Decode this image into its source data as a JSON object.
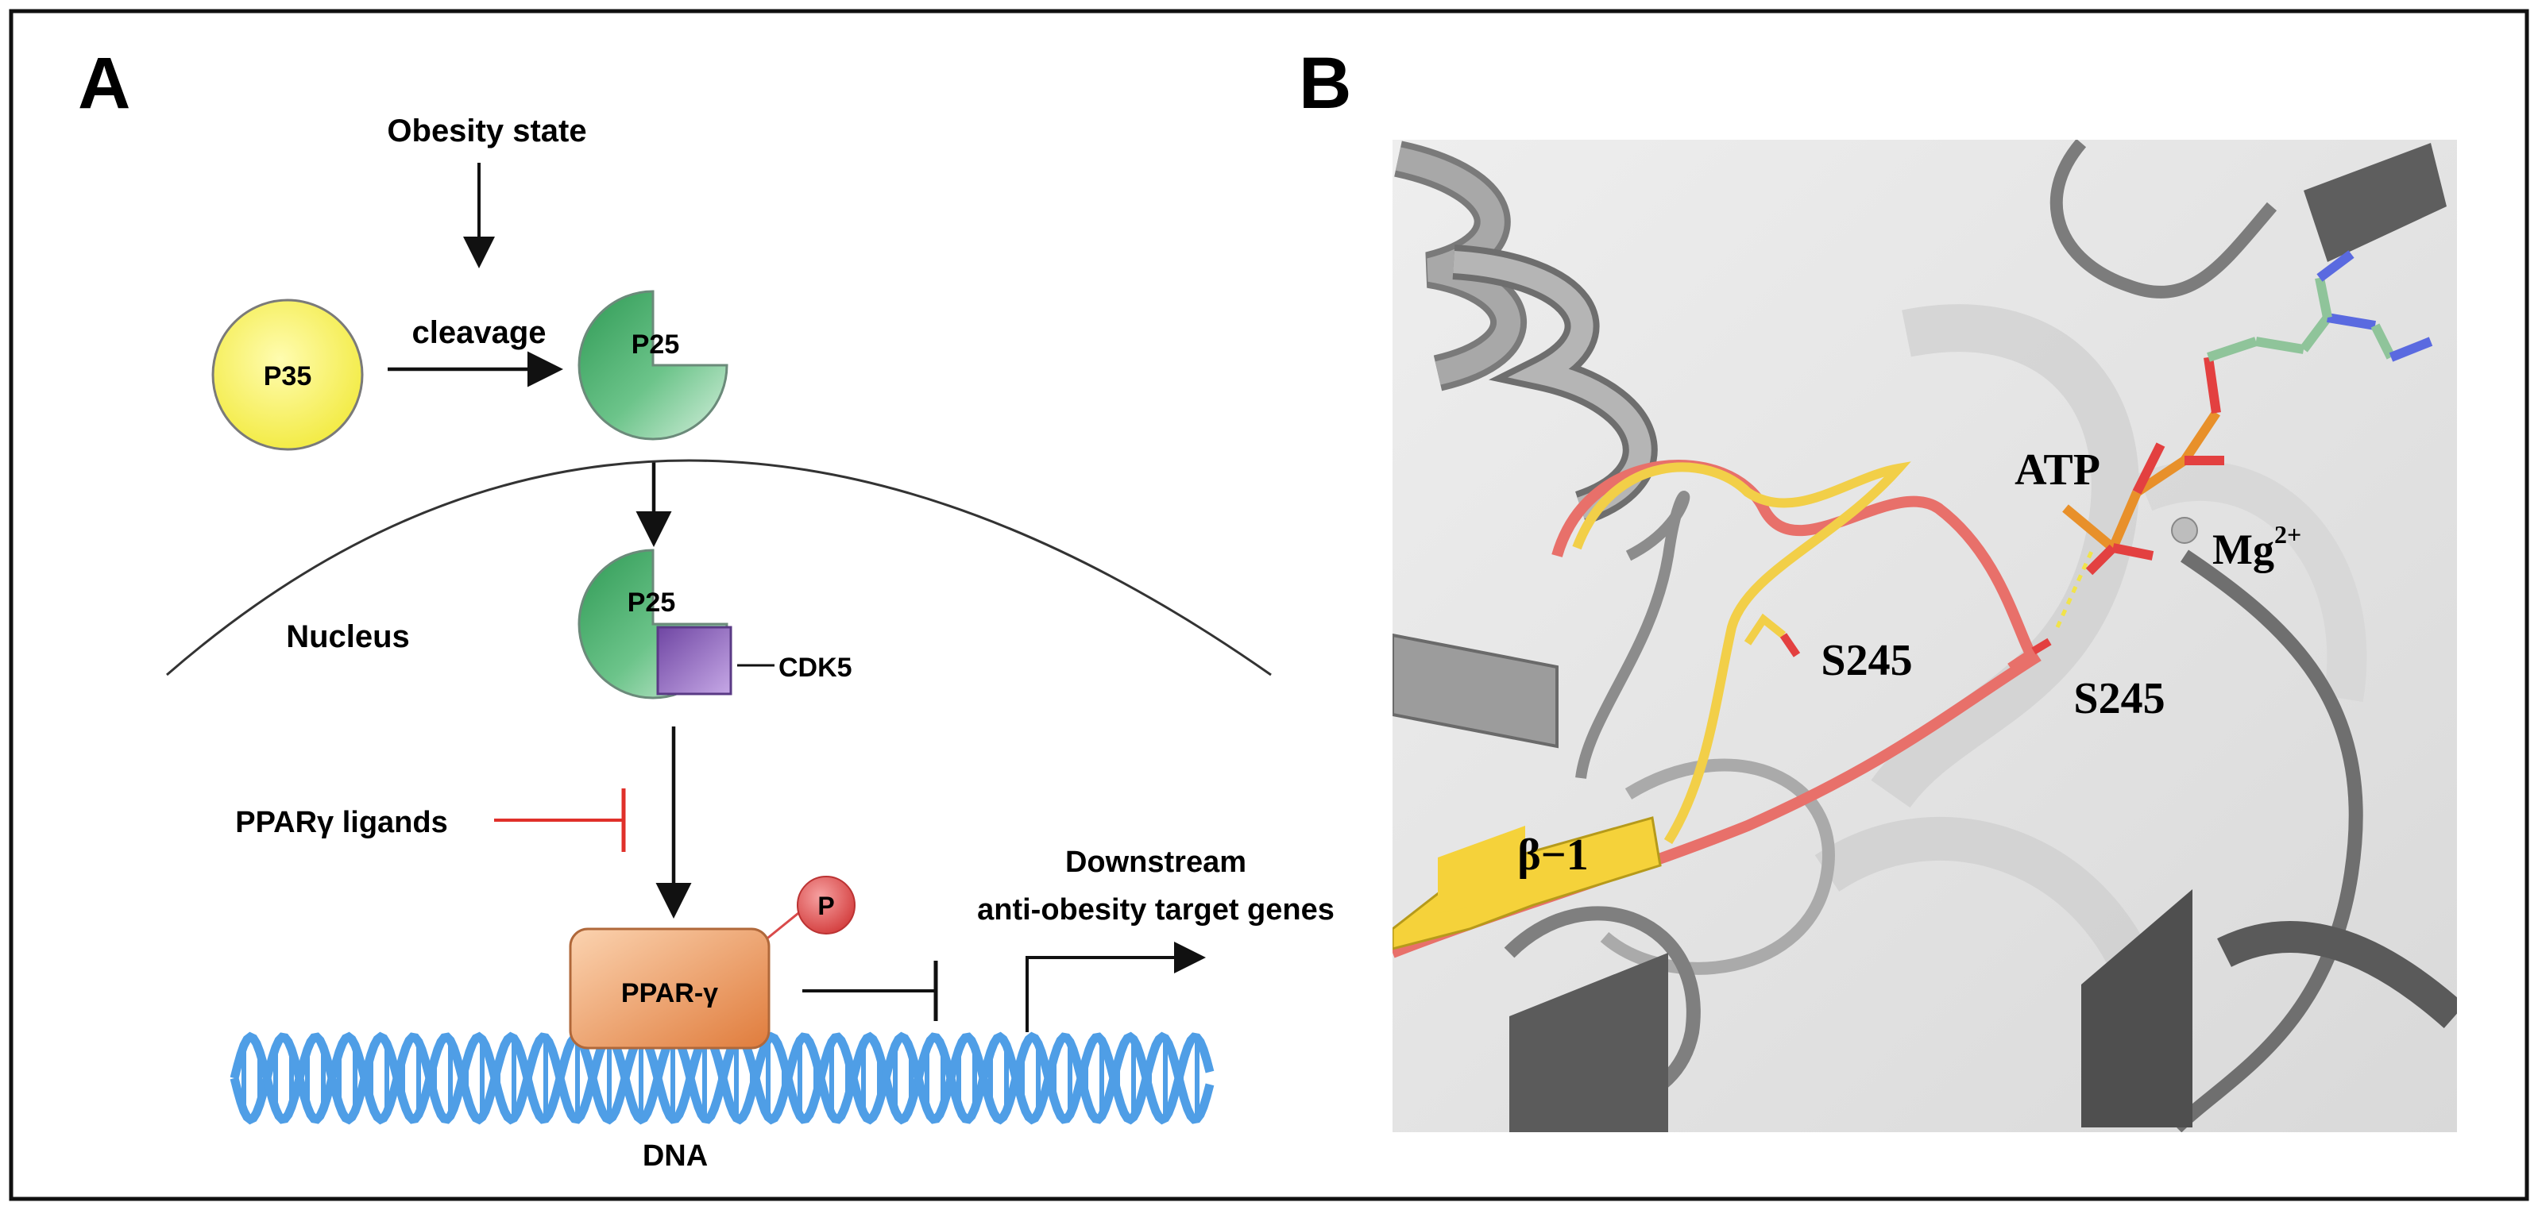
{
  "panel_a": {
    "letter": "A",
    "obesity_state": "Obesity state",
    "cleavage": "cleavage",
    "p35": "P35",
    "p25": "P25",
    "p25_complex": "P25",
    "cdk5": "CDK5",
    "nucleus": "Nucleus",
    "ligands": "PPARγ ligands",
    "pparg": "PPAR-γ",
    "phospho": "P",
    "downstream_line1": "Downstream",
    "downstream_line2": "anti-obesity target genes",
    "dna": "DNA"
  },
  "panel_b": {
    "letter": "B",
    "atp": "ATP",
    "mg": "Mg",
    "mg_charge": "2+",
    "s245_left": "S245",
    "s245_right": "S245",
    "beta": "β−1"
  },
  "colors": {
    "p35": "#f5ef58",
    "p25": "#3ea864",
    "cdk5": "#8a63b5",
    "pparg": "#e8955a",
    "phospho": "#d94a4a",
    "dna": "#4f9ee6",
    "inhibitor": "#e0302a",
    "loop_red": "#e8706a",
    "loop_yellow": "#f2cf48"
  }
}
